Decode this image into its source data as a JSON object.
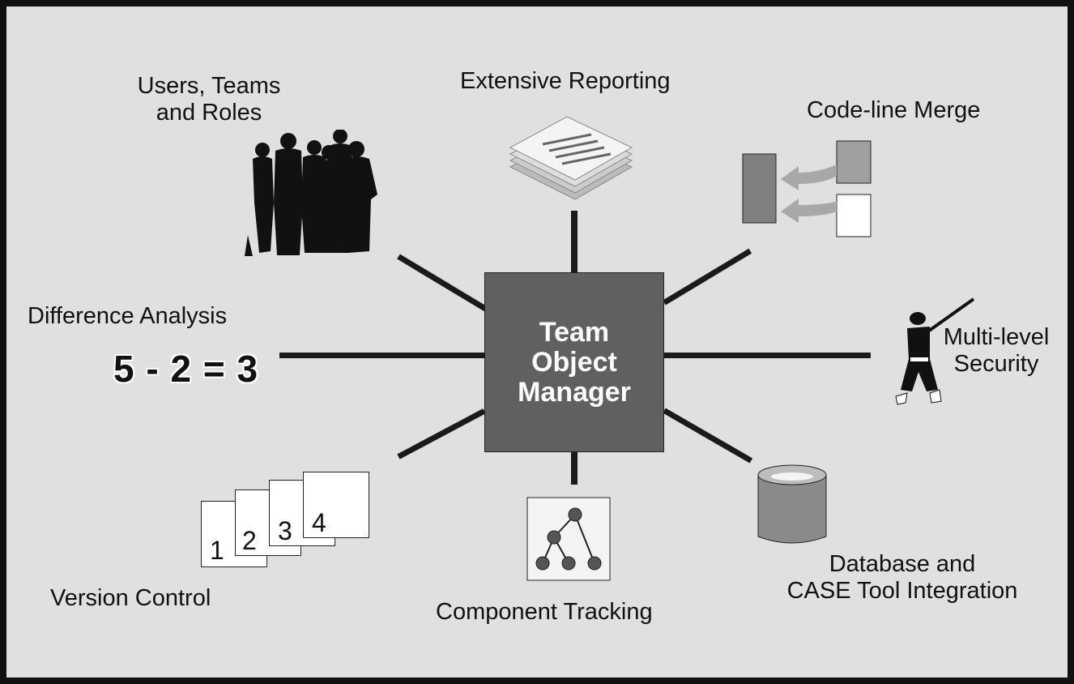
{
  "hub": {
    "title": "Team\nObject\nManager"
  },
  "features": {
    "users": "Users, Teams\nand Roles",
    "reporting": "Extensive Reporting",
    "merge": "Code-line Merge",
    "difference": "Difference Analysis",
    "equation": "5 - 2 = 3",
    "security": "Multi-level\nSecurity",
    "database": "Database and\nCASE Tool Integration",
    "tracking": "Component Tracking",
    "version": "Version Control"
  },
  "version_pages": [
    "1",
    "2",
    "3",
    "4"
  ],
  "colors": {
    "background": "#e0e0e0",
    "hub": "#606060",
    "frame": "#111111"
  }
}
